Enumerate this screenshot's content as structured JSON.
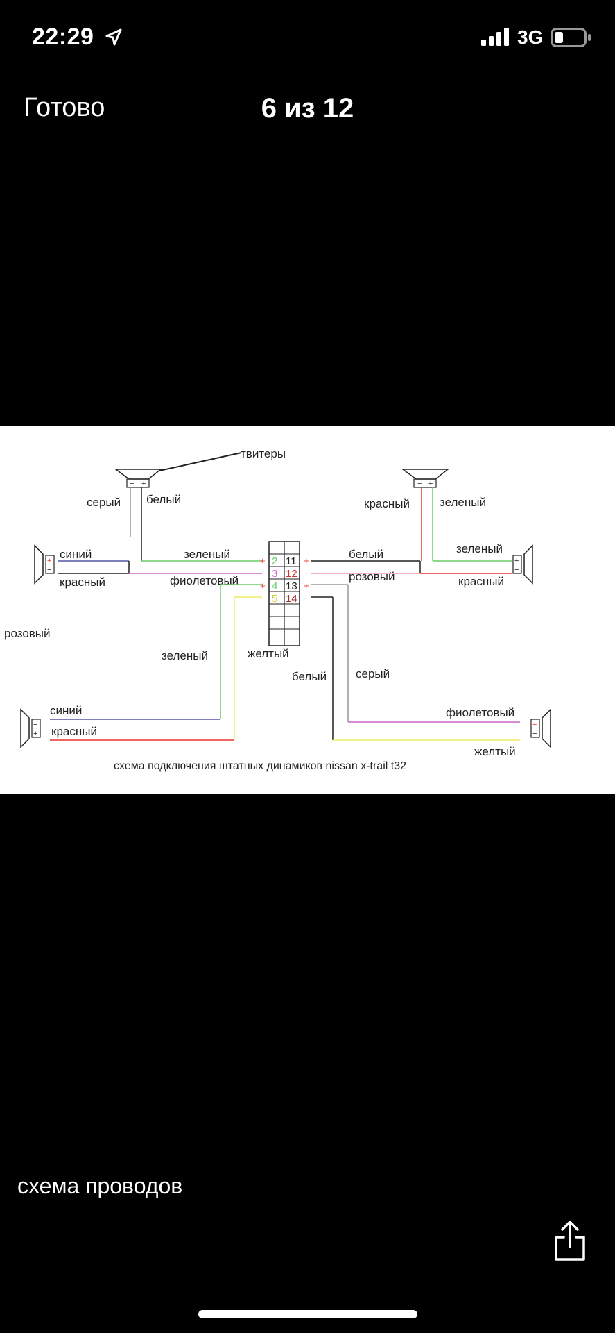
{
  "status": {
    "time": "22:29",
    "network": "3G"
  },
  "nav": {
    "done_label": "Готово",
    "counter": "6 из 12"
  },
  "diagram": {
    "tweeters_label": "твитеры",
    "left_tweeter_wires": [
      "серый",
      "белый"
    ],
    "right_tweeter_wires": [
      "красный",
      "зеленый"
    ],
    "left_front": [
      "синий",
      "красный"
    ],
    "right_front": [
      "зеленый",
      "красный"
    ],
    "left_mid": [
      "зеленый",
      "фиолетовый"
    ],
    "right_mid": [
      "белый",
      "розовый"
    ],
    "orphan_label": "розовый",
    "lower_left_vert": "зеленый",
    "lower_center": [
      "желтый",
      "белый",
      "серый"
    ],
    "left_rear": [
      "синий",
      "красный"
    ],
    "right_rear": [
      "фиолетовый",
      "желтый"
    ],
    "pins_left": [
      "2",
      "3",
      "4",
      "5"
    ],
    "pins_right": [
      "11",
      "12",
      "13",
      "14"
    ],
    "polarity_left": [
      "+",
      "−",
      "+",
      "−"
    ],
    "polarity_right": [
      "+",
      "−",
      "+",
      "−"
    ],
    "title": "схема подключения штатных динамиков nissan x-trail t32"
  },
  "caption": "схема проводов",
  "icons": {
    "location": "location-arrow-icon",
    "signal": "cellular-signal-icon",
    "battery": "battery-icon",
    "share": "share-icon"
  }
}
